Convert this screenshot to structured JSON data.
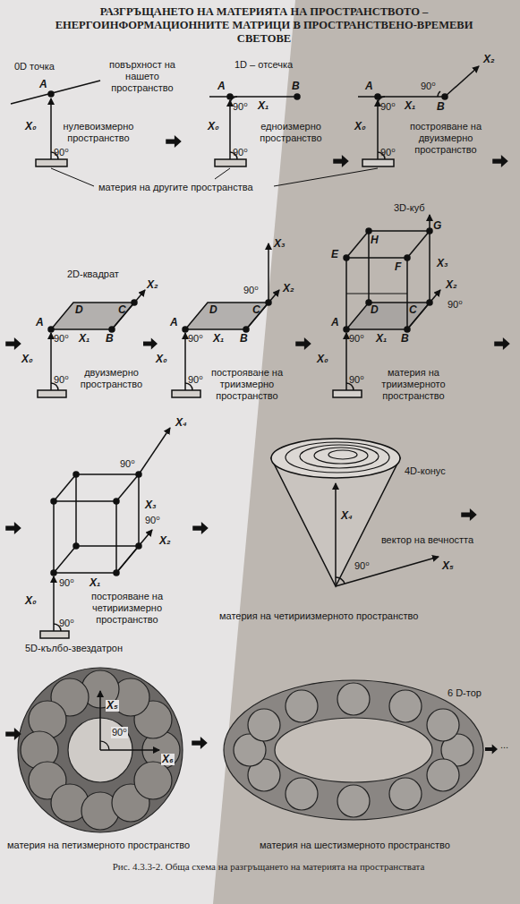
{
  "diagram": {
    "title": "РАЗГРЪЩАНЕТО НА МАТЕРИЯТА НА ПРОСТРАНСТВОТО – ЕНЕРГОИНФОРМАЦИОННИТЕ МАТРИЦИ В ПРОСТРАНСТВЕНО-ВРЕМЕВИ СВЕТОВЕ",
    "caption": "Рис. 4.3.3-2. Обща схема на разгръщането на материята на пространствата",
    "labels": [
      "0D точка",
      "A",
      "повърхност на нашето пространство",
      "X₀",
      "90⁰",
      "нулевоизмерно пространство",
      "1D – отсечка",
      "A",
      "B",
      "X₁",
      "90⁰",
      "X₀",
      "90⁰",
      "едноизмерно пространство",
      "A",
      "90⁰",
      "B",
      "X₂",
      "X₁",
      "90⁰",
      "X₀",
      "90⁰",
      "построяване на двуизмерно пространство",
      "материя на другите пространства",
      "2D-квадрат",
      "D",
      "C",
      "X₂",
      "A",
      "B",
      "X₁",
      "90⁰",
      "X₀",
      "90⁰",
      "двуизмерно пространство",
      "X₃",
      "90⁰",
      "D",
      "C",
      "X₂",
      "A",
      "B",
      "X₁",
      "90⁰",
      "X₀",
      "90⁰",
      "построяване на триизмерно пространство",
      "3D-куб",
      "H",
      "G",
      "E",
      "F",
      "X₃",
      "D",
      "C",
      "X₂",
      "90⁰",
      "A",
      "B",
      "X₁",
      "90⁰",
      "X₀",
      "90⁰",
      "материя на триизмерното пространство",
      "X₄",
      "90⁰",
      "X₃",
      "90⁰",
      "X₂",
      "X₁",
      "90⁰",
      "X₀",
      "90⁰",
      "построяване на четириизмерно пространство",
      "4D-конус",
      "X₄",
      "вектор на вечността",
      "90⁰",
      "X₅",
      "материя на четириизмерното пространство",
      "5D-кълбо-звездатрон",
      "X₅",
      "90⁰",
      "X₆",
      "6 D-тор",
      "...",
      "материя на петизмерното пространство",
      "материя на шестизмерното пространство"
    ]
  }
}
